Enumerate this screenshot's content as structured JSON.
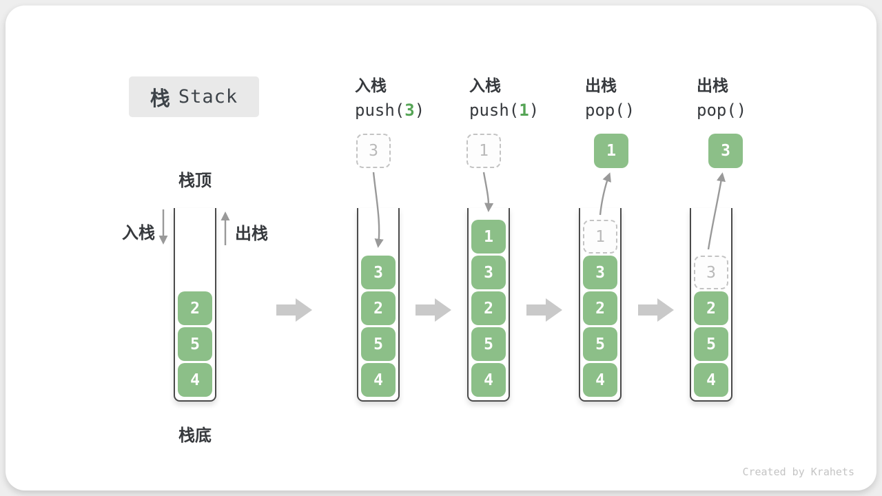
{
  "title": {
    "zh": "栈",
    "en": "Stack"
  },
  "labels": {
    "stack_top": "栈顶",
    "stack_bottom": "栈底",
    "push_side": "入栈",
    "pop_side": "出栈"
  },
  "footer": {
    "credit": "Created by Krahets"
  },
  "colors": {
    "cell_green": "#8cbf88",
    "arg_green": "#55a455",
    "step_arrow_gray": "#c9c9c9",
    "flow_arrow_gray": "#999999",
    "title_box_bg": "#e9e9e9",
    "ghost_border": "#c3c3c3"
  },
  "steps": [
    {
      "name": "initial-stack",
      "cells": [
        "2",
        "5",
        "4"
      ]
    },
    {
      "name": "push-3",
      "op": {
        "zh": "入栈",
        "pre": "push(",
        "arg": "3",
        "post": ")"
      },
      "floating": "3",
      "cells": [
        "3",
        "2",
        "5",
        "4"
      ]
    },
    {
      "name": "push-1",
      "op": {
        "zh": "入栈",
        "pre": "push(",
        "arg": "1",
        "post": ")"
      },
      "floating": "1",
      "cells": [
        "1",
        "3",
        "2",
        "5",
        "4"
      ]
    },
    {
      "name": "pop-1",
      "op": {
        "zh": "出栈",
        "pre": "pop(",
        "arg": "",
        "post": ")"
      },
      "floating": "1",
      "ghost": "1",
      "cells": [
        "3",
        "2",
        "5",
        "4"
      ]
    },
    {
      "name": "pop-3",
      "op": {
        "zh": "出栈",
        "pre": "pop(",
        "arg": "",
        "post": ")"
      },
      "floating": "3",
      "ghost": "3",
      "cells": [
        "2",
        "5",
        "4"
      ]
    }
  ]
}
